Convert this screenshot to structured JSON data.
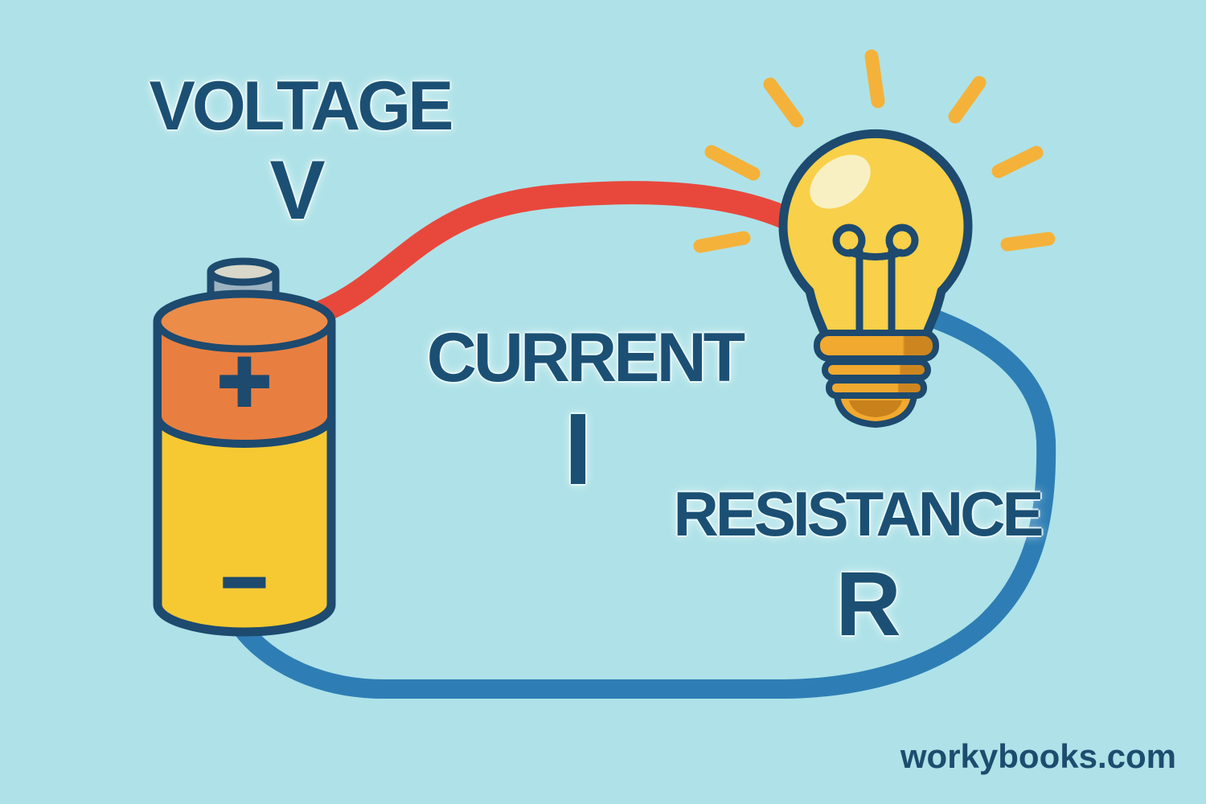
{
  "title_labels": {
    "voltage": {
      "word": "VOLTAGE",
      "symbol": "V"
    },
    "current": {
      "word": "CURRENT",
      "symbol": "I"
    },
    "resistance": {
      "word": "RESISTANCE",
      "symbol": "R"
    }
  },
  "battery": {
    "plus_label": "+",
    "minus_label": "−"
  },
  "watermark": {
    "text": "workybooks.com"
  },
  "colors": {
    "background": "#aee2e8",
    "label_text": "#1b5074",
    "watermark_text": "#1c4d6e",
    "outline_navy": "#1d4a6e",
    "positive_wire_red": "#e8483c",
    "negative_wire_blue": "#2e7eb5",
    "battery_top_orange": "#e87f40",
    "battery_body_yellow": "#f6c932",
    "battery_terminal_gray": "#9db2c1",
    "bulb_glass_yellow": "#f8d049",
    "bulb_highlight": "#f8f0c2",
    "bulb_base_gold": "#f2a92f",
    "bulb_base_shadow": "#c9811c",
    "ray_yellow": "#f4b23a"
  },
  "icons": {
    "battery": "battery-icon",
    "light_bulb": "light-bulb-icon",
    "positive_wire": "positive-wire",
    "negative_wire": "negative-wire"
  }
}
